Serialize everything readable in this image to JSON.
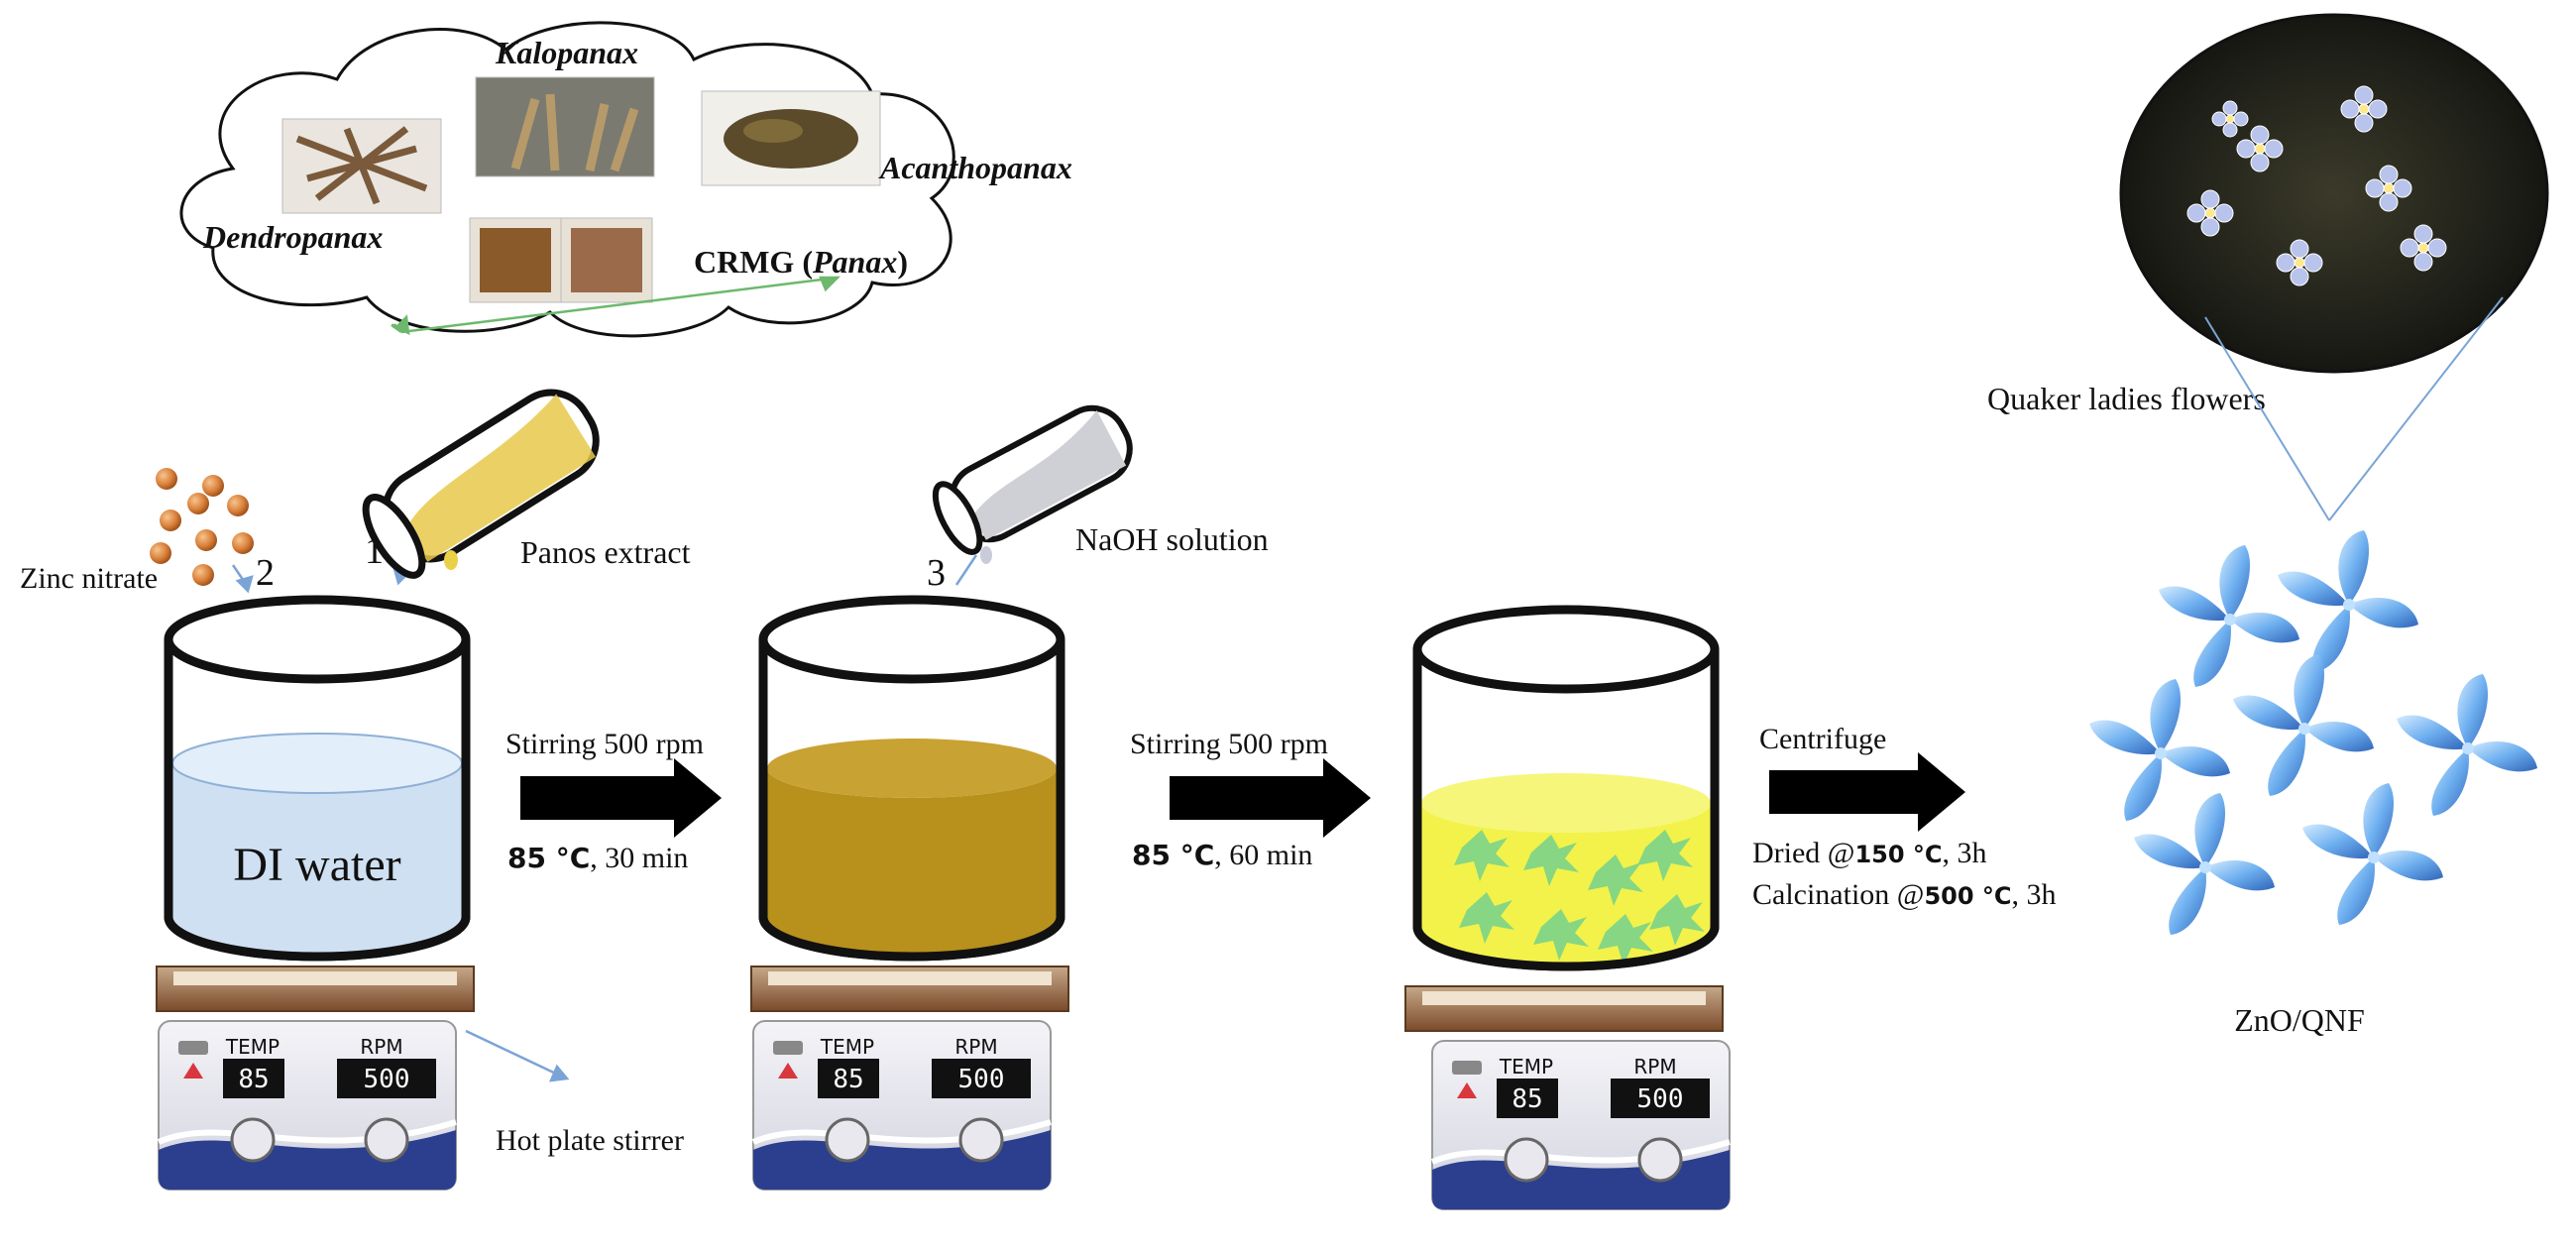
{
  "labels": {
    "kalopanax": "Kalopanax",
    "acanthopanax": "Acanthopanax",
    "dendropanax": "Dendropanax",
    "crmg_prefix": "CRMG (",
    "crmg_italic": "Panax",
    "crmg_suffix": ")",
    "zinc_nitrate": "Zinc nitrate",
    "step1": "1",
    "step2": "2",
    "step3": "3",
    "panos_extract": "Panos extract",
    "naoh_solution": "NaOH solution",
    "di_water": "DI water",
    "hot_plate_stirrer": "Hot plate stirrer",
    "quaker_ladies": "Quaker ladies flowers",
    "product": "ZnO/QNF"
  },
  "arrows": [
    {
      "top": "Stirring 500 rpm",
      "temp": "85 °C",
      "time": ", 30 min"
    },
    {
      "top": "Stirring 500 rpm",
      "temp": "85 °C",
      "time": ", 60 min"
    },
    {
      "top": "Centrifuge"
    }
  ],
  "post_steps": {
    "dried_prefix": "Dried @",
    "dried_temp": "150 °C",
    "dried_time": ", 3h",
    "calc_prefix": "Calcination @",
    "calc_temp": "500 °C",
    "calc_time": ", 3h"
  },
  "stirrer": {
    "temp_label": "TEMP",
    "rpm_label": "RPM",
    "temp_value": "85",
    "rpm_value": "500"
  },
  "colors": {
    "water": "#cfe0f2",
    "extract_mix": "#b8901c",
    "final_solution": "#f2f24a",
    "flower_blue": "#3f86d8",
    "arrow": "#000000",
    "pointer_green": "#6db86d",
    "pointer_blue": "#7aa4d6"
  }
}
